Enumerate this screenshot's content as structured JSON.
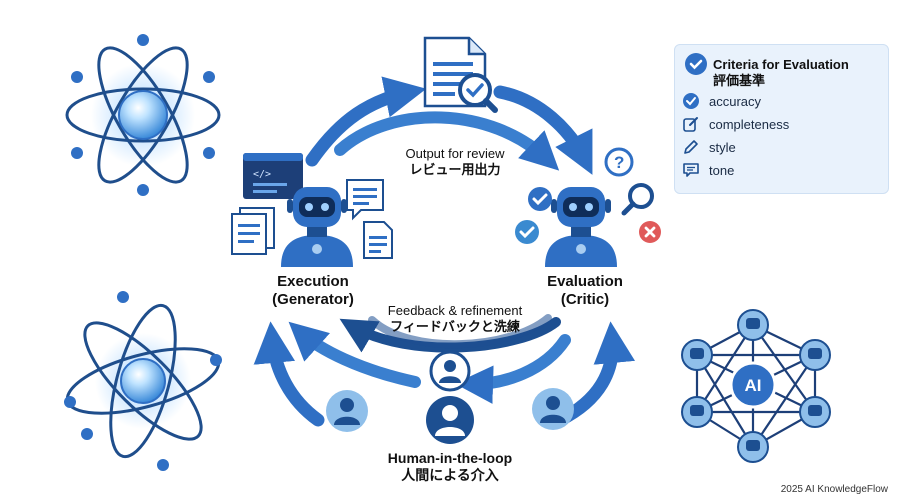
{
  "output_label": {
    "en": "Output for review",
    "jp": "レビュー用出力"
  },
  "feedback_label": {
    "en": "Feedback & refinement",
    "jp": "フィードバックと洗練"
  },
  "execution": {
    "line1": "Execution",
    "line2": "(Generator)"
  },
  "evaluation": {
    "line1": "Evaluation",
    "line2": "(Critic)"
  },
  "human": {
    "en": "Human-in-the-loop",
    "jp": "人間による介入"
  },
  "criteria": {
    "title_en": "Criteria for Evaluation",
    "title_jp": "評価基準",
    "items": [
      {
        "label": "accuracy",
        "icon": "check-circle-icon"
      },
      {
        "label": "completeness",
        "icon": "edit-square-icon"
      },
      {
        "label": "style",
        "icon": "pencil-icon"
      },
      {
        "label": "tone",
        "icon": "speech-bubble-icon"
      }
    ]
  },
  "network_center": "AI",
  "footer": "2025 AI KnowledgeFlow",
  "colors": {
    "primary": "#2f6fc4",
    "dark": "#1d4f91",
    "light": "#a9cdf1",
    "accent_red": "#e05a5a"
  }
}
